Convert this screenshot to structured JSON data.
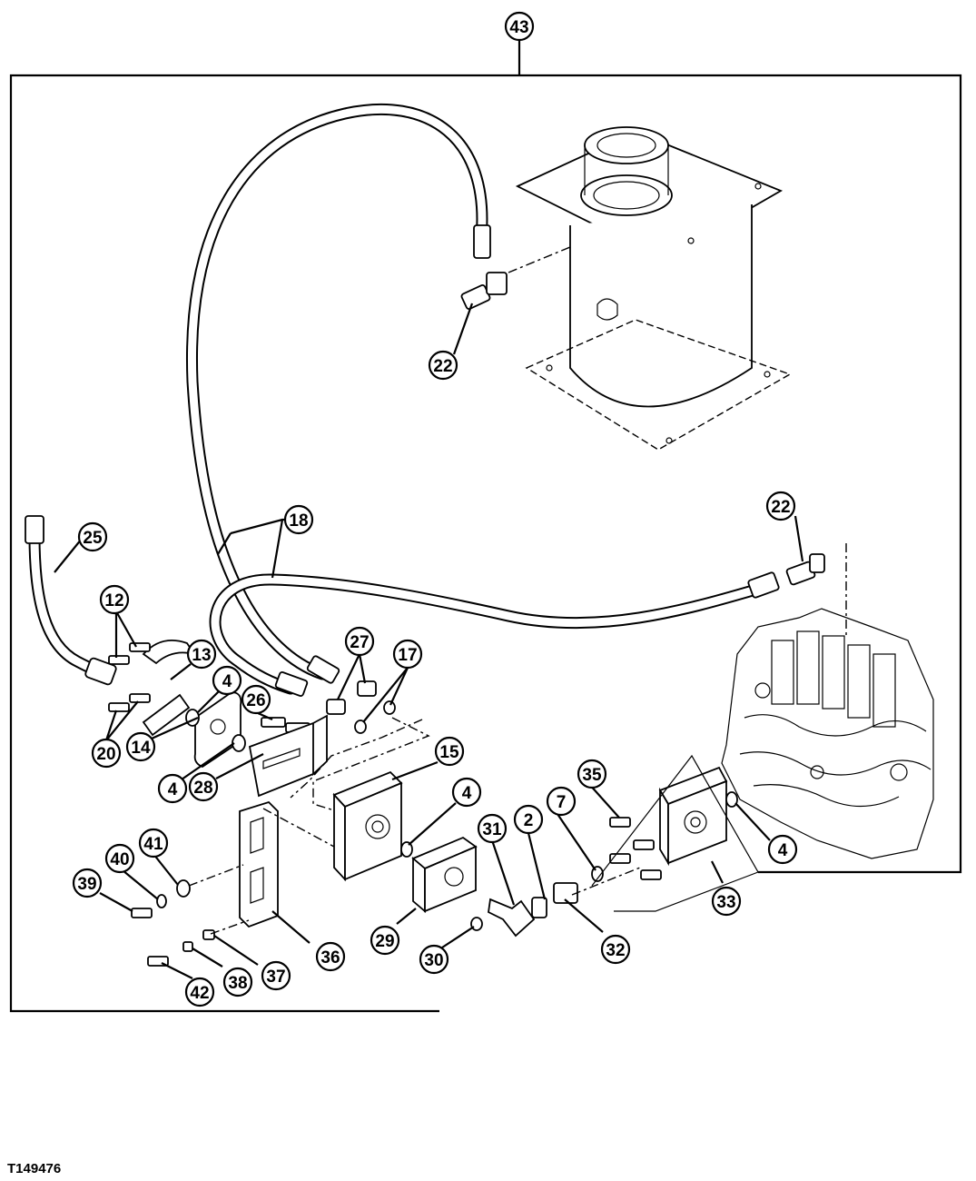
{
  "figure_id": "T149476",
  "callouts": [
    "43",
    "22",
    "22",
    "18",
    "25",
    "12",
    "13",
    "4",
    "20",
    "14",
    "4",
    "26",
    "27",
    "17",
    "28",
    "15",
    "4",
    "35",
    "7",
    "2",
    "31",
    "4",
    "33",
    "41",
    "40",
    "39",
    "29",
    "30",
    "32",
    "36",
    "37",
    "38",
    "42"
  ]
}
